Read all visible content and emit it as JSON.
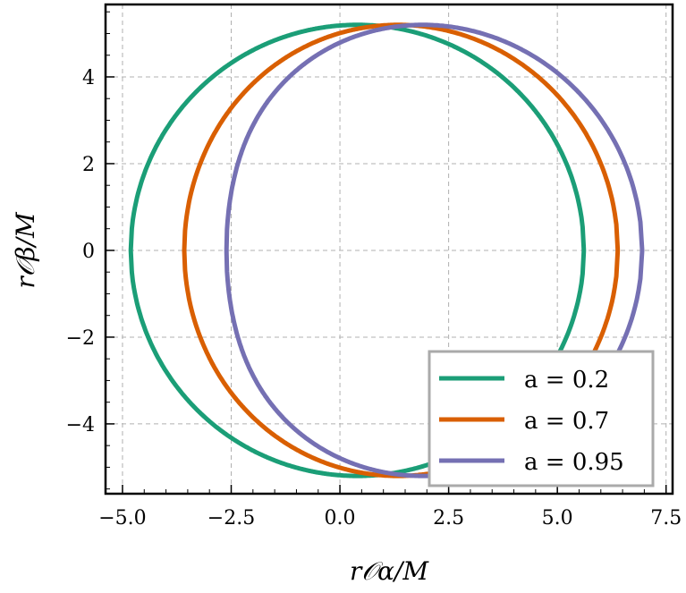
{
  "chart_data": {
    "type": "line",
    "title": "",
    "xlabel": "r𝒪α/M",
    "ylabel": "r𝒪β/M",
    "xlim": [
      -5.39,
      7.65
    ],
    "ylim": [
      -5.61,
      5.67
    ],
    "xticks": [
      -5.0,
      -2.5,
      0.0,
      2.5,
      5.0,
      7.5
    ],
    "xtick_labels": [
      "−5.0",
      "−2.5",
      "0.0",
      "2.5",
      "5.0",
      "7.5"
    ],
    "yticks": [
      -4,
      -2,
      0,
      2,
      4
    ],
    "ytick_labels": [
      "−4",
      "−2",
      "0",
      "2",
      "4"
    ],
    "grid": true,
    "legend_position": "bottom-right",
    "series": [
      {
        "name": "a = 0.2",
        "spin": 0.2,
        "color": "#1b9e77",
        "x_min": -4.81,
        "x_max": 5.61,
        "y_max": 5.2
      },
      {
        "name": "a = 0.7",
        "spin": 0.7,
        "color": "#d95f02",
        "x_min": -3.58,
        "x_max": 6.39,
        "y_max": 5.2
      },
      {
        "name": "a = 0.95",
        "spin": 0.95,
        "color": "#7570b3",
        "x_min": -2.61,
        "x_max": 6.95,
        "y_max": 5.2
      }
    ]
  }
}
